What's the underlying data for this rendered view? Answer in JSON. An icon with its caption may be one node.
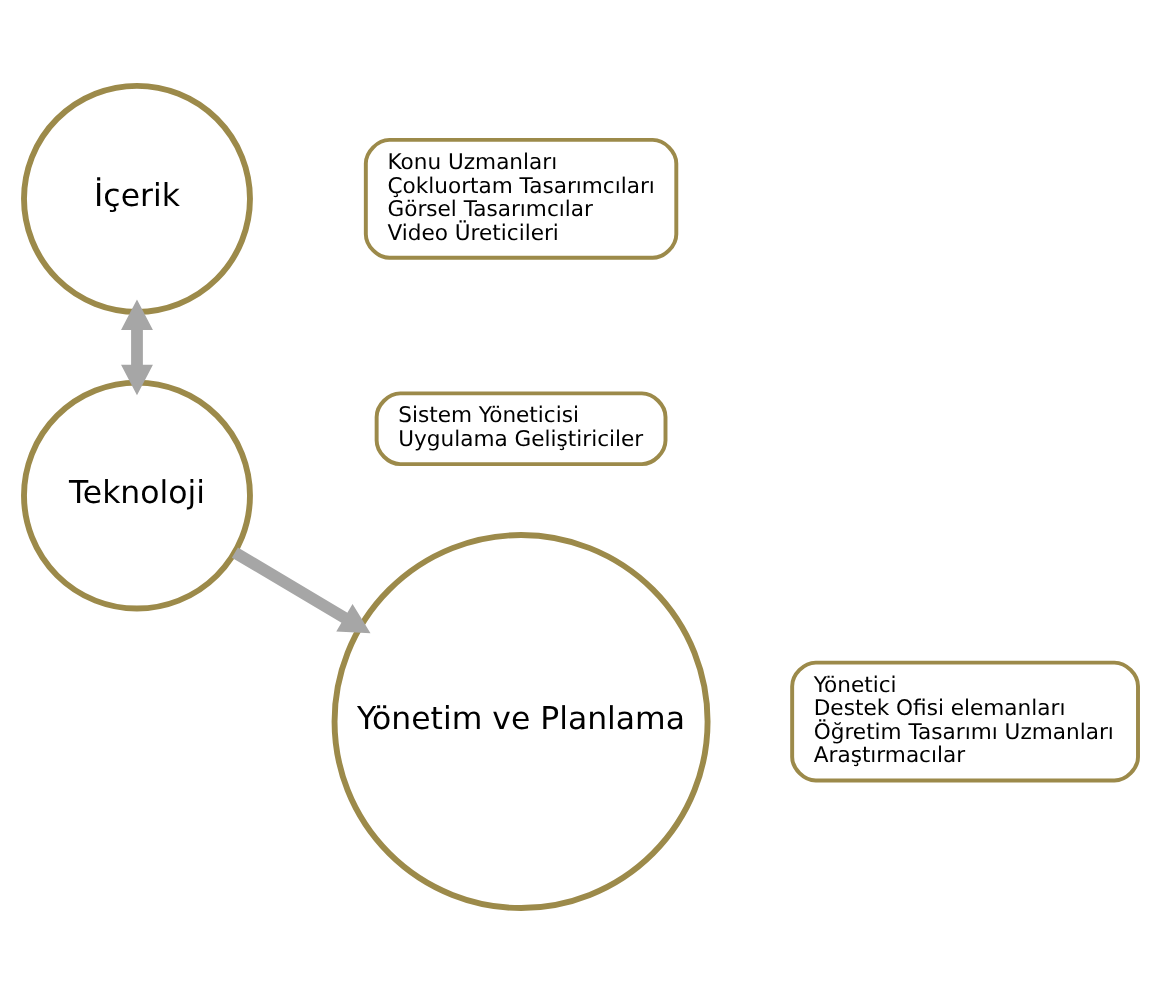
{
  "diagram": {
    "nodes": [
      {
        "text": [
          "Teknoloji"
        ]
      },
      {
        "text": [
          "Sistem Yöneticisi",
          "Uygulama Geliştiriciler"
        ]
      },
      {
        "text": [
          "İçerik"
        ]
      },
      {
        "text": [
          "Konu Uzmanları",
          "Çokluortam Tasarımcıları",
          "Görsel Tasarımcılar",
          "Video Üreticileri"
        ]
      },
      {
        "text": [
          "Yönetim ve Planlama"
        ]
      },
      {
        "text": [
          "Yönetici",
          "Destek Ofisi elemanları",
          "Öğretim Tasarımı Uzmanları",
          "Araştırmacılar"
        ]
      }
    ],
    "edges": [
      {
        "from": 2,
        "to": 0,
        "arrow": "both"
      },
      {
        "from": 0,
        "to": 4,
        "arrow": "to"
      }
    ]
  }
}
